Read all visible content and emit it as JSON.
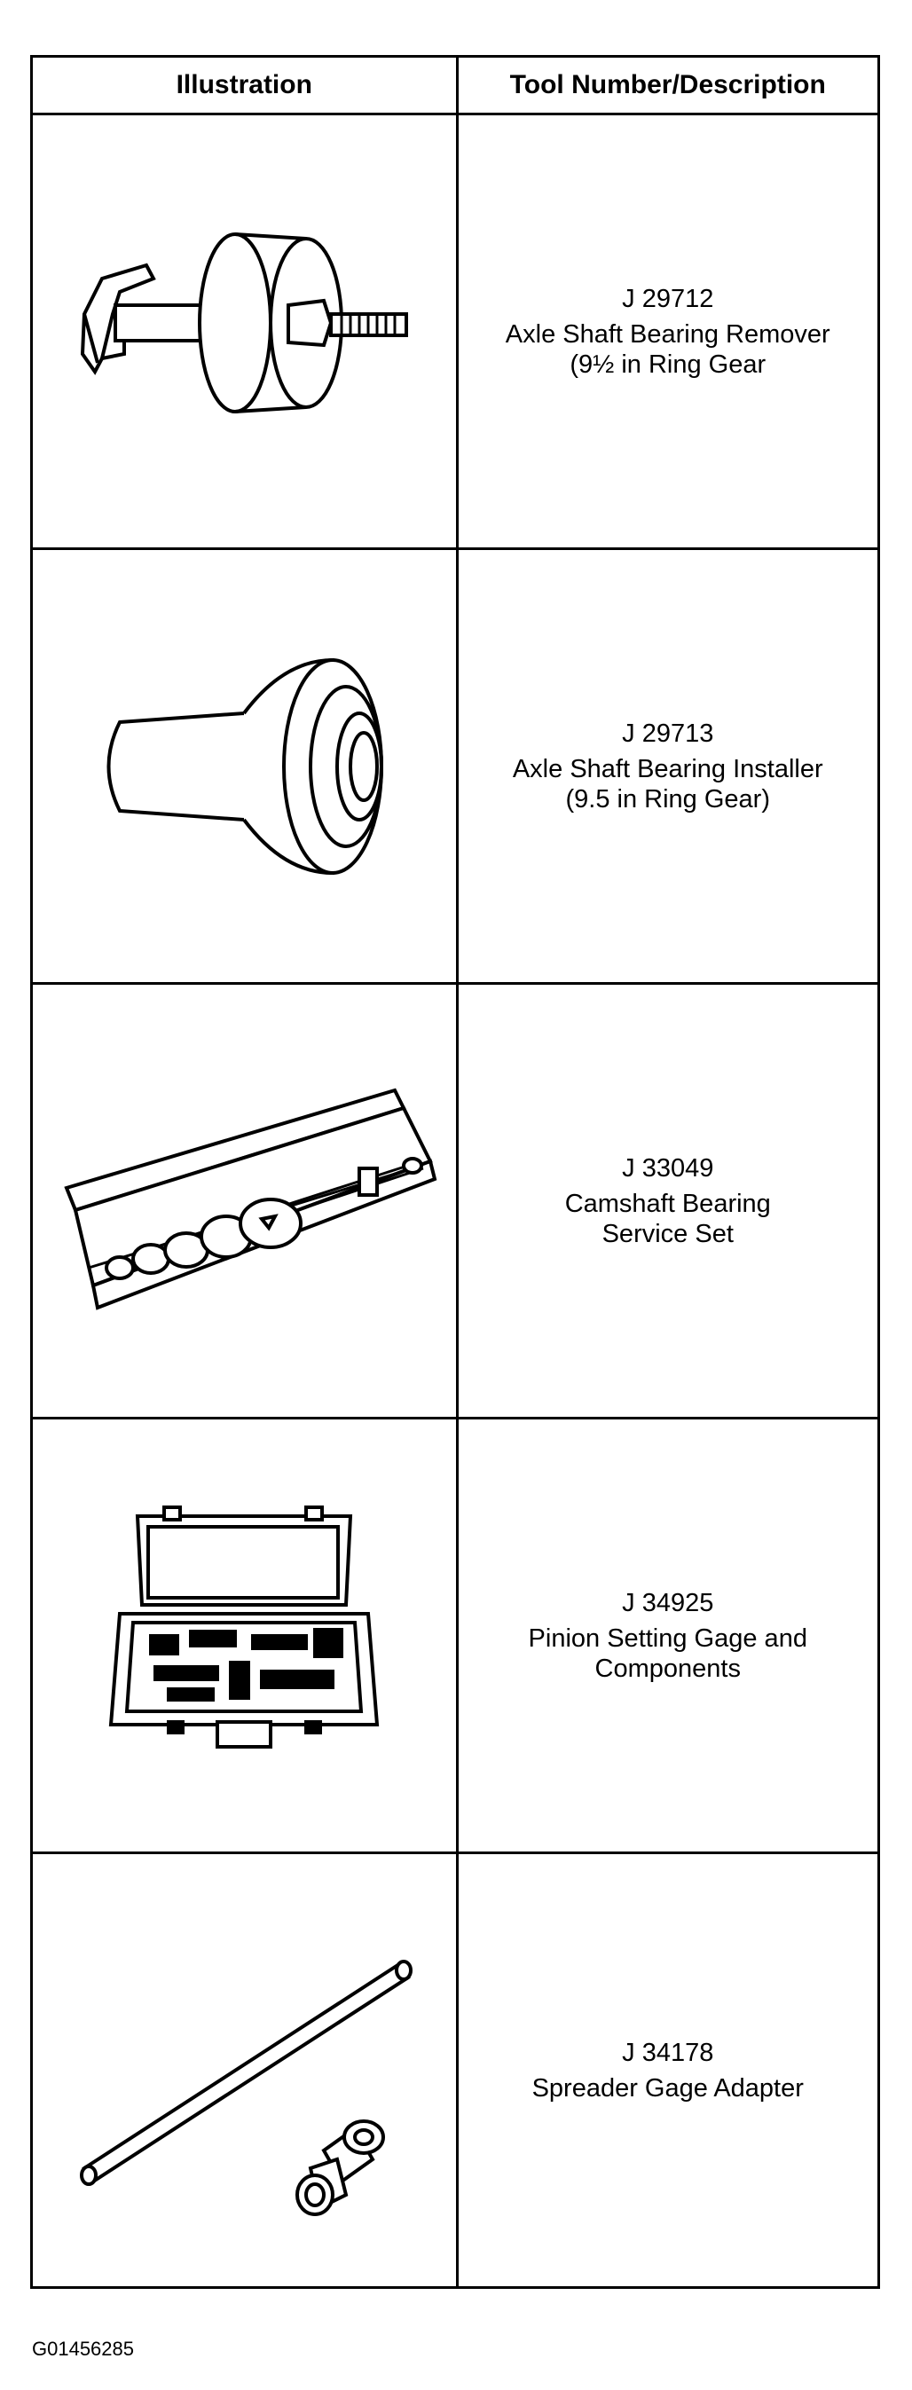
{
  "table": {
    "headers": {
      "illustration": "Illustration",
      "description": "Tool Number/Description"
    },
    "rows": [
      {
        "number": "J 29712",
        "lines": [
          "Axle Shaft Bearing Remover",
          "(9½ in Ring Gear"
        ],
        "icon": "axle-shaft-bearing-remover-icon"
      },
      {
        "number": "J 29713",
        "lines": [
          "Axle Shaft Bearing Installer",
          "(9.5 in Ring Gear)"
        ],
        "icon": "axle-shaft-bearing-installer-icon"
      },
      {
        "number": "J 33049",
        "lines": [
          "Camshaft Bearing",
          "Service Set"
        ],
        "icon": "camshaft-bearing-service-set-icon"
      },
      {
        "number": "J 34925",
        "lines": [
          "Pinion Setting Gage and",
          "Components"
        ],
        "icon": "pinion-setting-gage-case-icon"
      },
      {
        "number": "J 34178",
        "lines": [
          "Spreader Gage Adapter"
        ],
        "icon": "spreader-gage-adapter-icon"
      }
    ]
  },
  "figure_id": "G01456285"
}
